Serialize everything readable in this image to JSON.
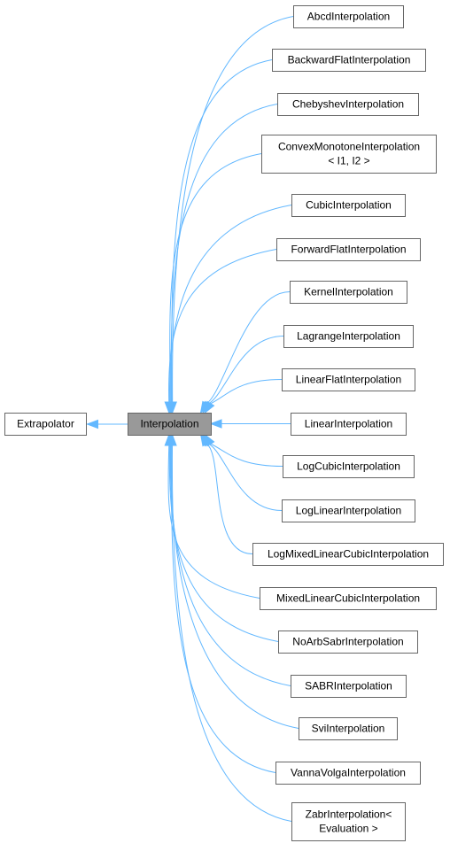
{
  "diagram": {
    "colors": {
      "edge": "#63b8ff",
      "node_border": "#666666",
      "node_fill": "#ffffff",
      "highlight_fill": "#999999",
      "text": "#000000"
    },
    "base": {
      "id": "extrapolator",
      "label": "Extrapolator"
    },
    "center": {
      "id": "interpolation",
      "label": "Interpolation"
    },
    "derived": [
      {
        "id": "abcd",
        "lines": [
          "AbcdInterpolation"
        ]
      },
      {
        "id": "backward-flat",
        "lines": [
          "BackwardFlatInterpolation"
        ]
      },
      {
        "id": "chebyshev",
        "lines": [
          "ChebyshevInterpolation"
        ]
      },
      {
        "id": "convex-monotone",
        "lines": [
          "ConvexMonotoneInterpolation",
          "< I1, I2 >"
        ]
      },
      {
        "id": "cubic",
        "lines": [
          "CubicInterpolation"
        ]
      },
      {
        "id": "forward-flat",
        "lines": [
          "ForwardFlatInterpolation"
        ]
      },
      {
        "id": "kernel",
        "lines": [
          "KernelInterpolation"
        ]
      },
      {
        "id": "lagrange",
        "lines": [
          "LagrangeInterpolation"
        ]
      },
      {
        "id": "linear-flat",
        "lines": [
          "LinearFlatInterpolation"
        ]
      },
      {
        "id": "linear",
        "lines": [
          "LinearInterpolation"
        ]
      },
      {
        "id": "log-cubic",
        "lines": [
          "LogCubicInterpolation"
        ]
      },
      {
        "id": "log-linear",
        "lines": [
          "LogLinearInterpolation"
        ]
      },
      {
        "id": "log-mixed-linear-cubic",
        "lines": [
          "LogMixedLinearCubicInterpolation"
        ]
      },
      {
        "id": "mixed-linear-cubic",
        "lines": [
          "MixedLinearCubicInterpolation"
        ]
      },
      {
        "id": "no-arb-sabr",
        "lines": [
          "NoArbSabrInterpolation"
        ]
      },
      {
        "id": "sabr",
        "lines": [
          "SABRInterpolation"
        ]
      },
      {
        "id": "svi",
        "lines": [
          "SviInterpolation"
        ]
      },
      {
        "id": "vanna-volga",
        "lines": [
          "VannaVolgaInterpolation"
        ]
      },
      {
        "id": "zabr",
        "lines": [
          "ZabrInterpolation<",
          "Evaluation >"
        ]
      }
    ]
  }
}
